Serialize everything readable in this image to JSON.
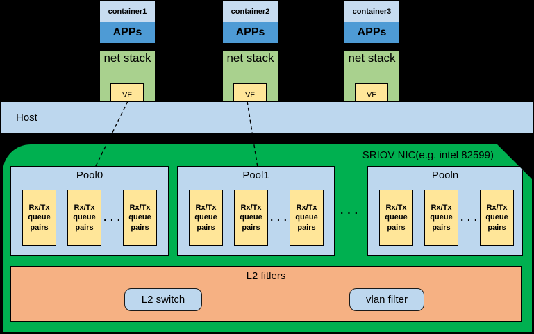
{
  "colors": {
    "background": "#000000",
    "container_label_bg": "#C7DCF0",
    "apps_bg": "#4E9BD5",
    "netstack_bg": "#A9D18E",
    "vf_bg": "#FFE699",
    "host_bg": "#BDD7EE",
    "nic_bg": "#00B050",
    "pool_bg": "#BDD7EE",
    "queue_bg": "#FFE699",
    "filters_bg": "#F6B183",
    "button_bg": "#BDD7EE"
  },
  "containers": [
    {
      "name": "container1"
    },
    {
      "name": "container2"
    },
    {
      "name": "container3"
    }
  ],
  "container_stack": {
    "apps_label": "APPs",
    "netstack_label": "net stack",
    "vf_label": "VF"
  },
  "host": {
    "label": "Host"
  },
  "nic": {
    "label": "SRIOV NIC(e.g. intel 82599)",
    "pools": [
      {
        "title": "Pool0"
      },
      {
        "title": "Pool1"
      },
      {
        "title": "Pooln"
      }
    ],
    "queue_label": "Rx/Tx queue pairs",
    "ellipsis": ". . .",
    "filters": {
      "title": "L2 fitlers",
      "l2_switch": "L2 switch",
      "vlan_filter": "vlan filter"
    }
  }
}
